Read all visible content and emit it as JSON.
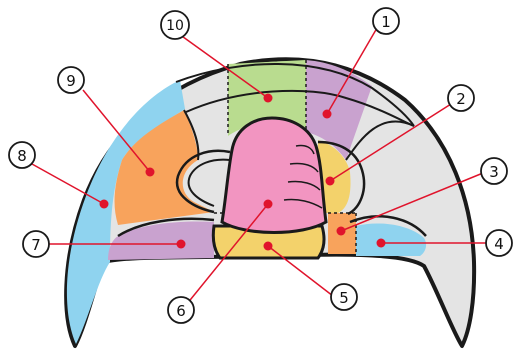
{
  "callouts": [
    {
      "number": "1"
    },
    {
      "number": "2"
    },
    {
      "number": "3"
    },
    {
      "number": "4"
    },
    {
      "number": "5"
    },
    {
      "number": "6"
    },
    {
      "number": "7"
    },
    {
      "number": "8"
    },
    {
      "number": "9"
    },
    {
      "number": "10"
    }
  ],
  "colors": {
    "outline": "#1a1a1a",
    "pointer": "#e0142c",
    "blue_region": "#8fd3ef",
    "orange_region": "#f8a35c",
    "green_region": "#b9dc8f",
    "lilac_region": "#c9a2cf",
    "yellow_region": "#f3d26b",
    "pink_region": "#f295c1",
    "grey_region": "#e4e4e4"
  }
}
